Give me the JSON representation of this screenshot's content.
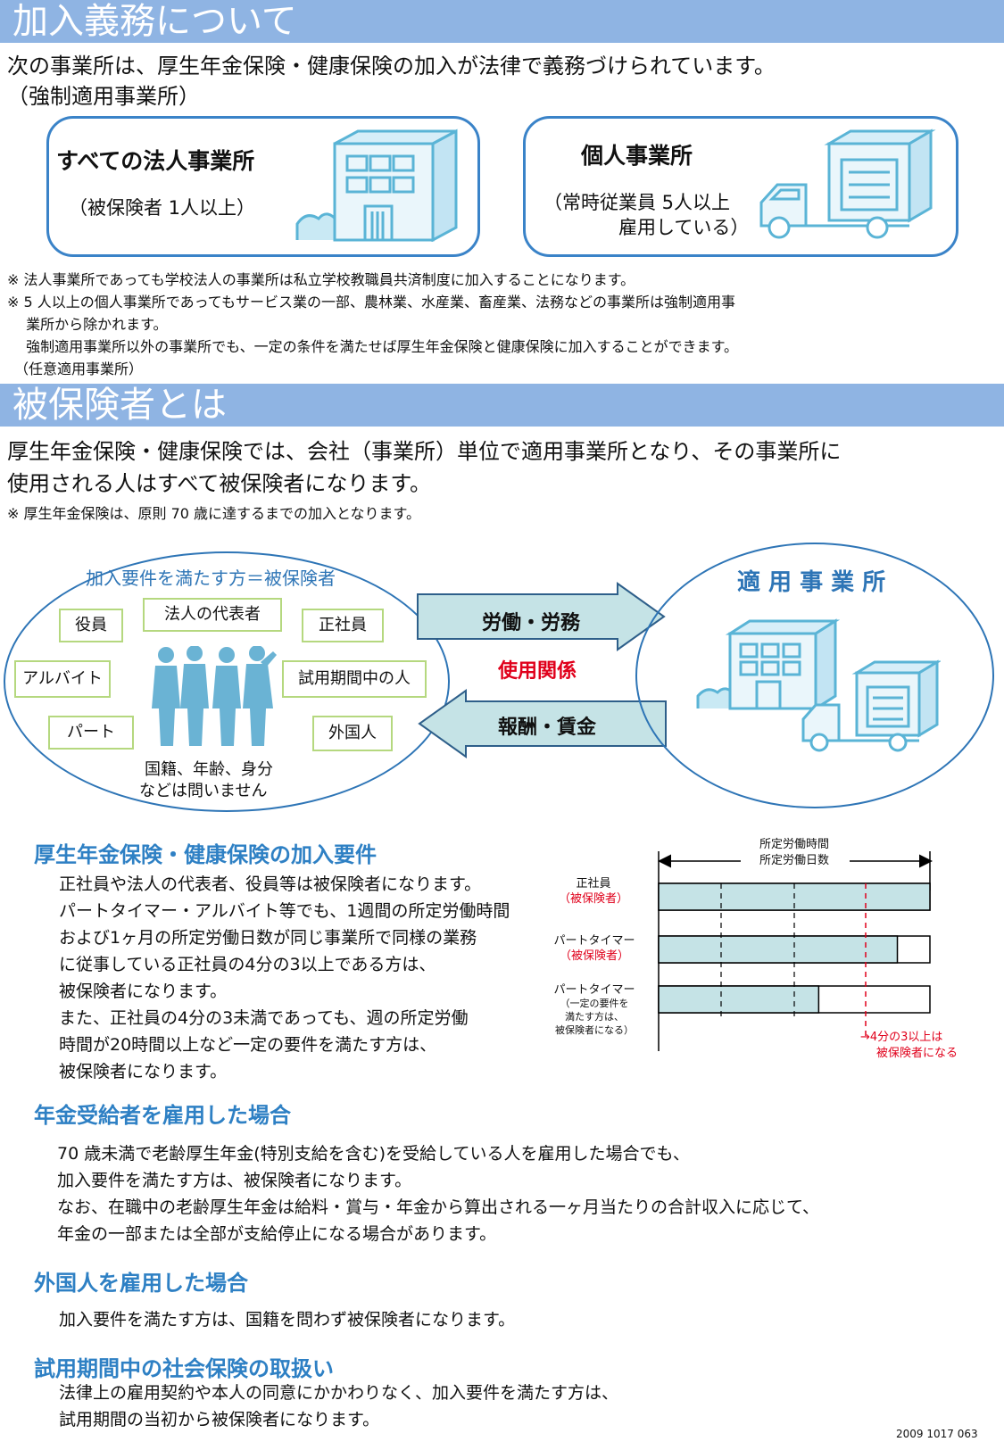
{
  "section1": {
    "title": "加入義務について",
    "lead_line1": "次の事業所は、厚生年金保険・健康保険の加入が法律で義務づけられています。",
    "lead_line2": "（強制適用事業所）",
    "box_corp": {
      "title": "すべての法人事業所",
      "sub": "（被保険者 1人以上）"
    },
    "box_indiv": {
      "title": "個人事業所",
      "sub_line1": "（常時従業員 5人以上",
      "sub_line2": "雇用している）"
    },
    "notes": [
      "※  法人事業所であっても学校法人の事業所は私立学校教職員共済制度に加入することになります。",
      "※  5 人以上の個人事業所であってもサービス業の一部、農林業、水産業、畜産業、法務などの事業所は強制適用事",
      "　 業所から除かれます。",
      "　 強制適用事業所以外の事業所でも、一定の条件を満たせば厚生年金保険と健康保険に加入することができます。",
      "　（任意適用事業所）"
    ]
  },
  "section2": {
    "title": "被保険者とは",
    "lead_line1": "厚生年金保険・健康保険では、会社（事業所）単位で適用事業所となり、その事業所に",
    "lead_line2": "使用される人はすべて被保険者になります。",
    "note": "※  厚生年金保険は、原則 70 歳に達するまでの加入となります。"
  },
  "diagram": {
    "left_title": "加入要件を満たす方＝被保険者",
    "right_title": "適 用 事 業 所",
    "tags": [
      "役員",
      "法人の代表者",
      "正社員",
      "アルバイト",
      "試用期間中の人",
      "パート",
      "外国人"
    ],
    "caption_line1": "国籍、年齢、身分",
    "caption_line2": "などは問いません",
    "arrow_right": "労働・労務",
    "arrow_left": "報酬・賃金",
    "relation": "使用関係",
    "colors": {
      "arrow_fill": "#c5e3e6",
      "relation": "#e0001b",
      "ellipse": "#2e75b6",
      "tag_border": "#b5d87f"
    }
  },
  "requirements": {
    "heading": "厚生年金保険・健康保険の加入要件",
    "lines": [
      "正社員や法人の代表者、役員等は被保険者になります。",
      "パートタイマー・アルバイト等でも、1週間の所定労働時間",
      "および1ヶ月の所定労働日数が同じ事業所で同様の業務",
      "に従事している正社員の4分の3以上である方は、",
      "被保険者になります。",
      "また、正社員の4分の3未満であっても、週の所定労働",
      "時間が20時間以上など一定の要件を満たす方は、",
      "被保険者になります。"
    ],
    "chart": {
      "header_line1": "所定労働時間",
      "header_line2": "所定労働日数",
      "rows": [
        {
          "label": "正社員",
          "sub": "（被保険者）",
          "fill": 1.0
        },
        {
          "label": "パートタイマー",
          "sub": "（被保険者）",
          "fill": 0.88
        },
        {
          "label": "パートタイマー",
          "sub_lines": [
            "（一定の要件を",
            "満たす方は、",
            "被保険者になる）"
          ],
          "fill": 0.59
        }
      ],
      "threshold_note_line1": "→4分の3以上は",
      "threshold_note_line2": "被保険者になる",
      "threshold": 0.75
    }
  },
  "pension": {
    "heading": "年金受給者を雇用した場合",
    "lines": [
      "70 歳未満で老齢厚生年金(特別支給を含む)を受給している人を雇用した場合でも、",
      "加入要件を満たす方は、被保険者になります。",
      "なお、在職中の老齢厚生年金は給料・賞与・年金から算出される一ヶ月当たりの合計収入に応じて、",
      "年金の一部または全部が支給停止になる場合があります。"
    ]
  },
  "foreign": {
    "heading": "外国人を雇用した場合",
    "line": "加入要件を満たす方は、国籍を問わず被保険者になります。"
  },
  "trial": {
    "heading": "試用期間中の社会保険の取扱い",
    "lines": [
      "法律上の雇用契約や本人の同意にかかわりなく、加入要件を満たす方は、",
      "試用期間の当初から被保険者になります。"
    ]
  },
  "footer_code": "2009 1017 063"
}
